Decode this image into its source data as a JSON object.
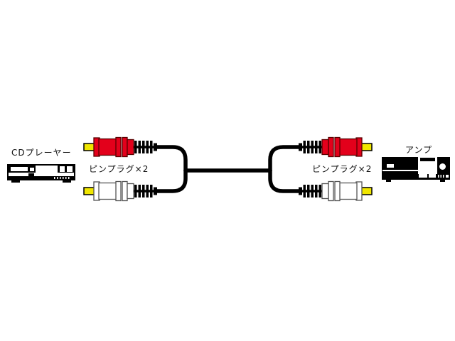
{
  "devices": {
    "cd_player": {
      "label": "CDプレーヤー"
    },
    "amplifier": {
      "label": "アンプ"
    }
  },
  "cable": {
    "left_plug_label": "ピンプラグ×2",
    "right_plug_label": "ピンプラグ×2",
    "plug_count_per_end": 2,
    "plug_colors": [
      "red",
      "white"
    ]
  },
  "colors": {
    "background": "#ffffff",
    "cable": "#000000",
    "red_plug_body": "#e3001b",
    "white_plug_body": "#ffffff",
    "plug_tip_yellow": "#f0e600",
    "device_ink": "#000000"
  },
  "icons": {
    "cd_player_illustration": "cd-player-front-panel",
    "amplifier_illustration": "amplifier-front-panel",
    "left_plugs": [
      "rca-plug-red",
      "rca-plug-white"
    ],
    "right_plugs": [
      "rca-plug-red",
      "rca-plug-white"
    ]
  }
}
